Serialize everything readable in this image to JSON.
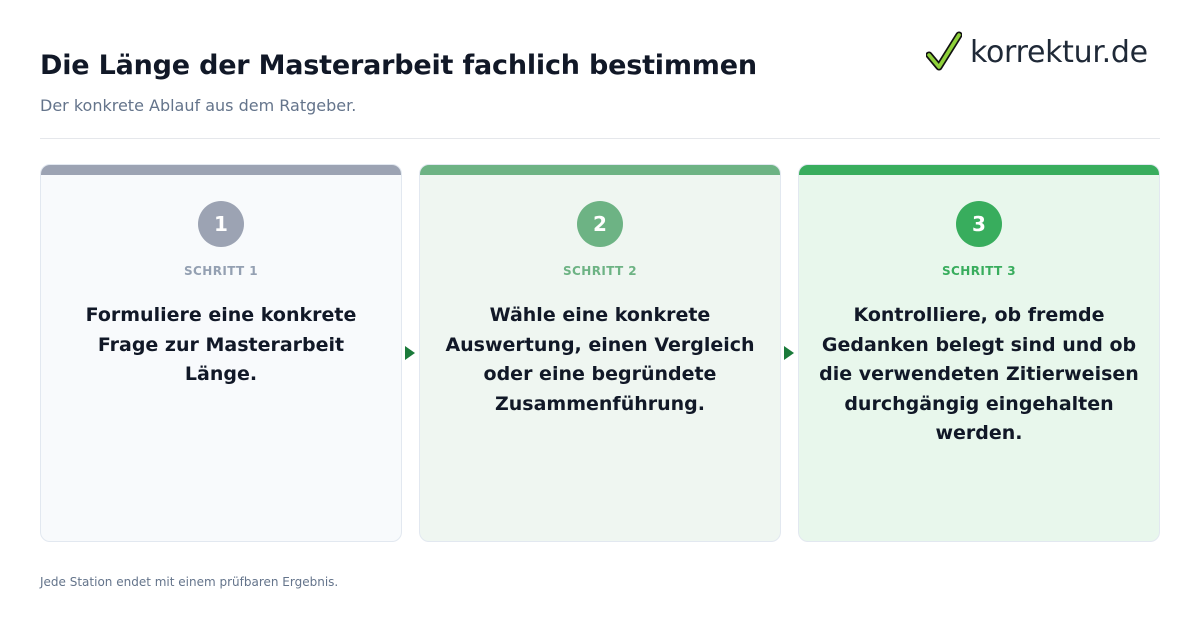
{
  "header": {
    "title": "Die Länge der Masterarbeit fachlich bestimmen",
    "subtitle": "Der konkrete Ablauf aus dem Ratgeber."
  },
  "logo": {
    "text": "korrektur.de",
    "icon": "checkmark-icon"
  },
  "steps": [
    {
      "number": "1",
      "label": "SCHRITT 1",
      "text": "Formuliere eine konkrete Frage zur Masterarbeit Länge.",
      "color": "#9ca3b3"
    },
    {
      "number": "2",
      "label": "SCHRITT 2",
      "text": "Wähle eine konkrete Auswertung, einen Vergleich oder eine begründete Zusammenführung.",
      "color": "#6db384"
    },
    {
      "number": "3",
      "label": "SCHRITT 3",
      "text": "Kontrolliere, ob fremde Gedanken belegt sind und ob die verwendeten Zitierweisen durchgängig eingehalten werden.",
      "color": "#38ad5d"
    }
  ],
  "footer": {
    "text": "Jede Station endet mit einem prüfbaren Ergebnis."
  },
  "colors": {
    "accent": "#38ad5d",
    "arrow": "#1a7a3a",
    "title": "#111827",
    "muted": "#64748b"
  }
}
